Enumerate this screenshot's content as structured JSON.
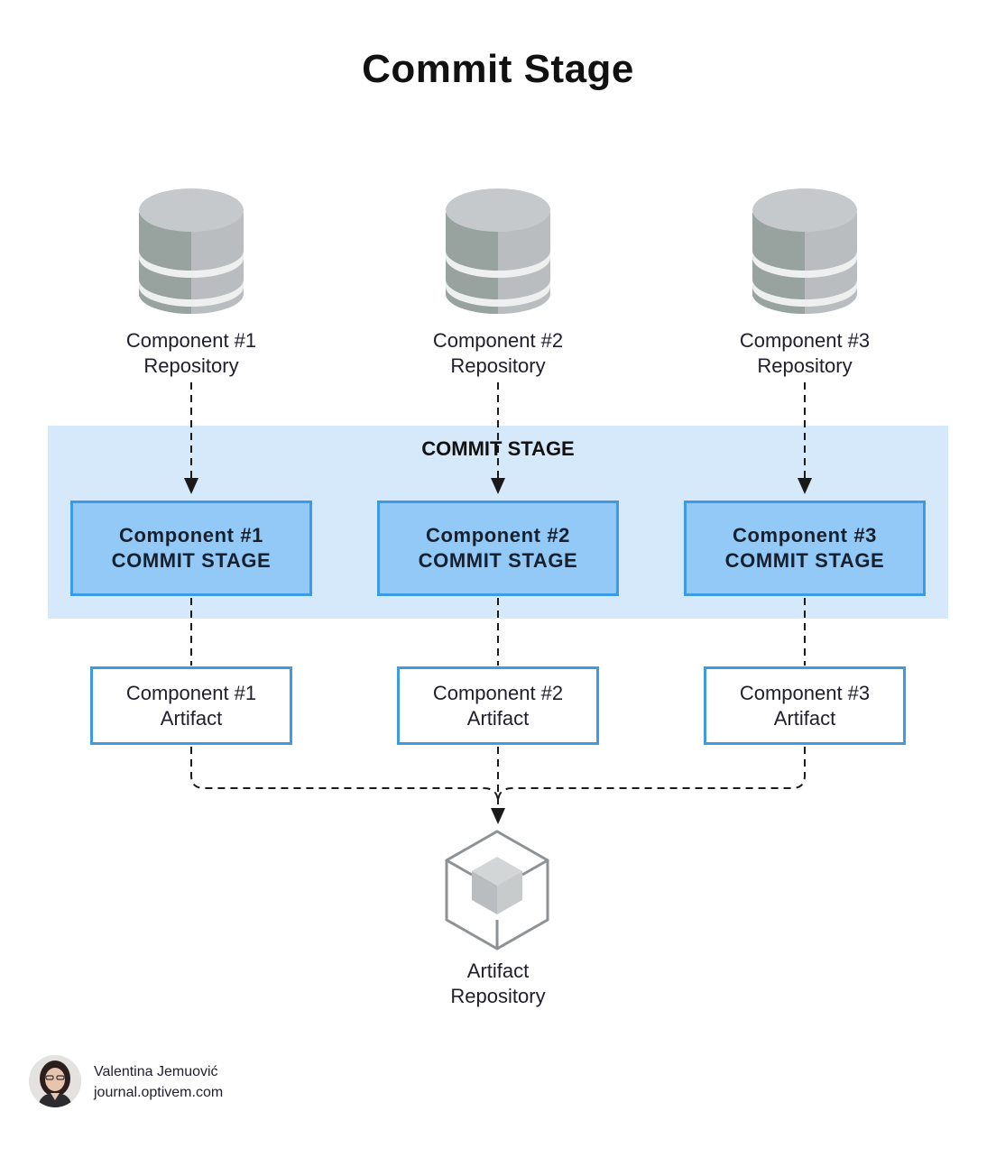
{
  "title": "Commit Stage",
  "repositories": [
    {
      "line1": "Component #1",
      "line2": "Repository"
    },
    {
      "line1": "Component #2",
      "line2": "Repository"
    },
    {
      "line1": "Component #3",
      "line2": "Repository"
    }
  ],
  "commit_stage_group": {
    "label": "COMMIT STAGE"
  },
  "stages": [
    {
      "line1": "Component #1",
      "line2": "COMMIT STAGE"
    },
    {
      "line1": "Component #2",
      "line2": "COMMIT STAGE"
    },
    {
      "line1": "Component #3",
      "line2": "COMMIT STAGE"
    }
  ],
  "artifacts": [
    {
      "line1": "Component #1",
      "line2": "Artifact"
    },
    {
      "line1": "Component #2",
      "line2": "Artifact"
    },
    {
      "line1": "Component #3",
      "line2": "Artifact"
    }
  ],
  "artifact_repository": {
    "line1": "Artifact",
    "line2": "Repository"
  },
  "author": {
    "name": "Valentina Jemuović",
    "site": "journal.optivem.com"
  },
  "colors": {
    "band": "#d6e9fa",
    "stage_fill": "#93c9f6",
    "box_border": "#3d9be6",
    "db_icon": "#b9bdbf",
    "cube_icon": "#8e9294"
  },
  "icons": {
    "repository": "database-icon",
    "artifact_repository": "cube-icon",
    "author": "avatar-photo"
  }
}
